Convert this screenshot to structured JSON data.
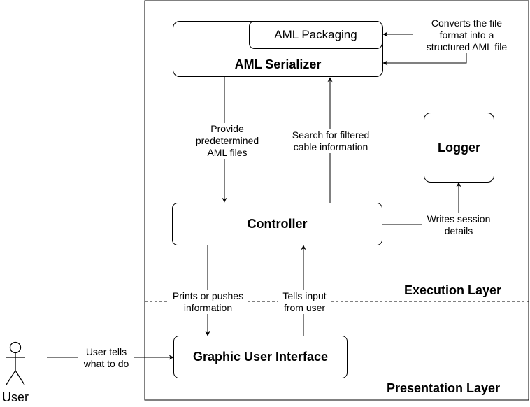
{
  "actor": {
    "label": "User"
  },
  "layers": {
    "execution": "Execution Layer",
    "presentation": "Presentation Layer"
  },
  "nodes": {
    "aml_serializer": "AML Serializer",
    "aml_packaging": "AML Packaging",
    "logger": "Logger",
    "controller": "Controller",
    "gui": "Graphic User Interface"
  },
  "edges": {
    "converts": [
      "Converts the file",
      "format into a",
      "structured AML file"
    ],
    "provide": [
      "Provide",
      "predetermined",
      "AML files"
    ],
    "search": [
      "Search for filtered",
      "cable information"
    ],
    "writes": [
      "Writes session",
      "details"
    ],
    "prints": [
      "Prints or pushes",
      "information"
    ],
    "tells_input": [
      "Tells input",
      "from user"
    ],
    "user_tells": [
      "User tells",
      "what to do"
    ]
  }
}
